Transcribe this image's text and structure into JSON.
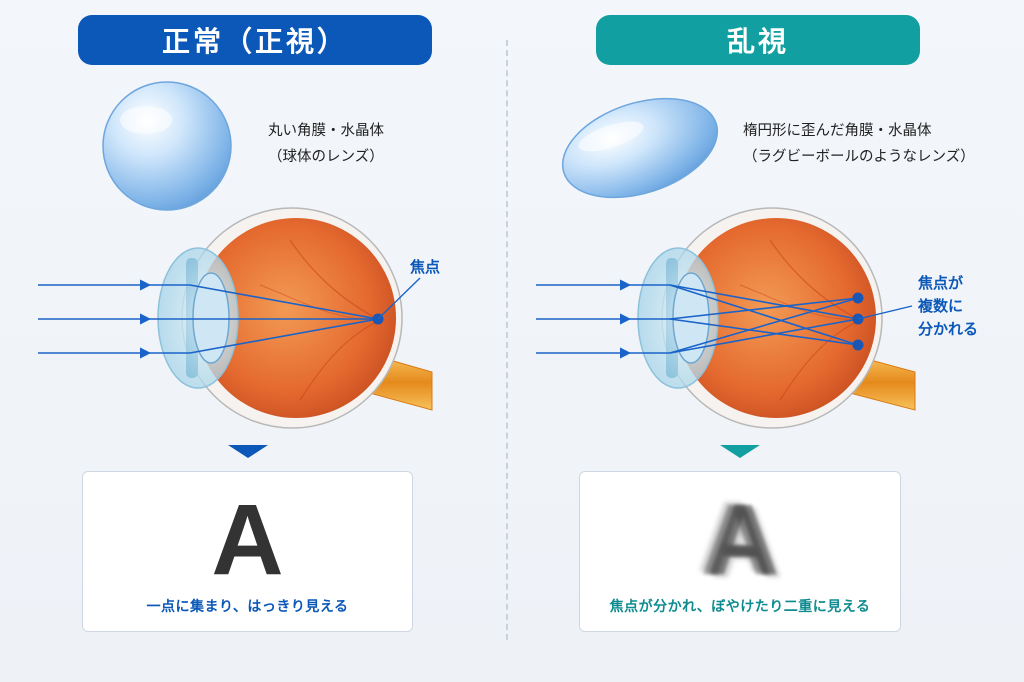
{
  "left": {
    "title": "正常（正視）",
    "lens_caption": [
      "丸い角膜・水晶体",
      "（球体のレンズ）"
    ],
    "focus_label": [
      "焦点"
    ],
    "result_letter": "A",
    "result_text": "一点に集まり、はっきり見える"
  },
  "right": {
    "title": "乱視",
    "lens_caption": [
      "楕円形に歪んだ角膜・水晶体",
      "（ラグビーボールのようなレンズ）"
    ],
    "focus_label": [
      "焦点が",
      "複数に",
      "分かれる"
    ],
    "result_letter": "A",
    "result_text": "焦点が分かれ、ぼやけたり二重に見える"
  },
  "colors": {
    "normal_accent": "#0b58b8",
    "astig_accent": "#129fa1",
    "ray": "#1a63c9",
    "eye": "#e8743b"
  }
}
